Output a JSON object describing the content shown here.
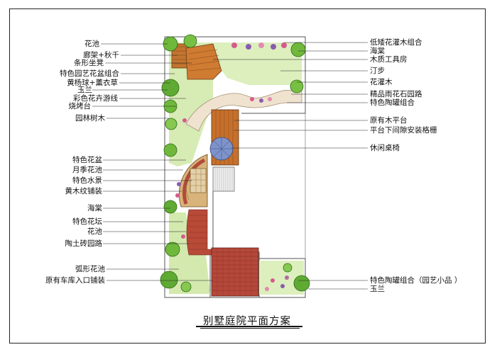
{
  "title": "别墅庭院平面方案",
  "labels_left": [
    "花池",
    "廊架+秋千",
    "条形坐凳",
    "特色园艺花盆组合",
    "黄杨球+薰衣草",
    "玉兰",
    "彩色花卉游线",
    "烧烤台",
    "园林树木",
    "特色花盆",
    "月季花池",
    "特色水景",
    "黄木纹铺装",
    "海棠",
    "特色花坛",
    "花池",
    "陶土砖园路",
    "弧形花池",
    "原有车库入口铺装"
  ],
  "labels_right": [
    "低矮花灌木组合",
    "海棠",
    "木质工具房",
    "汀步",
    "花灌木",
    "精品雨花石园路",
    "特色陶罐组合",
    "原有木平台",
    "平台下间隙安装格栅",
    "休闲桌椅",
    "特色陶罐组合（园艺小品 ）",
    "玉兰"
  ],
  "colors": {
    "lawn": "#cfe6a8",
    "tree_green": "#6fb83c",
    "brick": "#b34a3a",
    "wood": "#c9762e",
    "flower_pink": "#d65a8e",
    "flower_purple": "#8a5bb0",
    "stone_path": "#e8d8c4"
  }
}
